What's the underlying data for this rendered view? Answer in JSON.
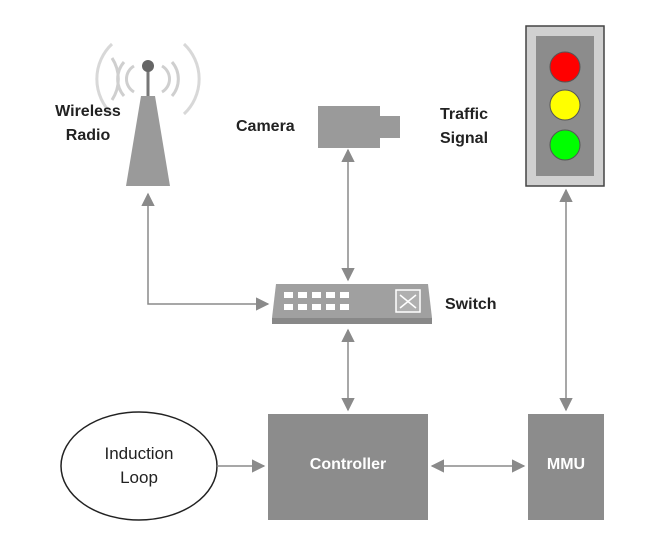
{
  "nodes": {
    "wireless_radio": {
      "line1": "Wireless",
      "line2": "Radio"
    },
    "camera": {
      "label": "Camera"
    },
    "traffic_signal": {
      "line1": "Traffic",
      "line2": "Signal"
    },
    "switch": {
      "label": "Switch"
    },
    "induction_loop": {
      "line1": "Induction",
      "line2": "Loop"
    },
    "controller": {
      "label": "Controller"
    },
    "mmu": {
      "label": "MMU"
    }
  },
  "colors": {
    "box_fill": "#8c8c8c",
    "device_fill": "#9a9a9a",
    "light_red": "#ff0000",
    "light_yellow": "#ffff00",
    "light_green": "#00ff00",
    "arrow": "#8a8a8a"
  }
}
